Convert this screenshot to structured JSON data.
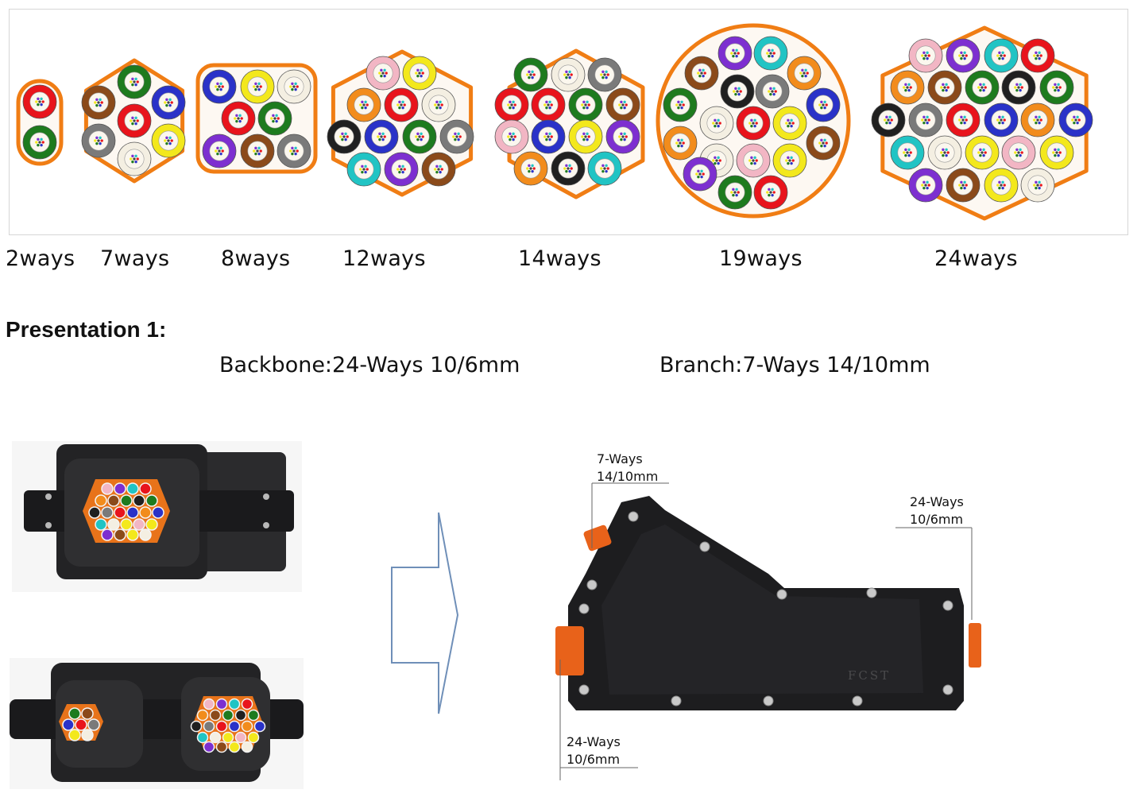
{
  "bundles": [
    {
      "label": "2ways",
      "colors": [
        "#e8141c",
        "#1e7b1e"
      ]
    },
    {
      "label": "7ways",
      "colors": [
        "#1e7b1e",
        "#8b4a1a",
        "#2a32c8",
        "#e8141c",
        "#7a7a7a",
        "#f3e81c",
        "#f4efe2"
      ]
    },
    {
      "label": "8ways",
      "colors": [
        "#2a32c8",
        "#f3e81c",
        "#f4efe2",
        "#e8141c",
        "#1e7b1e",
        "#7d2fd0",
        "#8b4a1a",
        "#7a7a7a"
      ]
    },
    {
      "label": "12ways",
      "colors": [
        "#f2b6c4",
        "#f3e81c",
        "#f28c1c",
        "#e8141c",
        "#f4efe2",
        "#202020",
        "#2a32c8",
        "#1e7b1e",
        "#7a7a7a",
        "#21c4c4",
        "#7d2fd0",
        "#8b4a1a"
      ]
    },
    {
      "label": "14ways",
      "colors": [
        "#1e7b1e",
        "#f4efe2",
        "#7a7a7a",
        "#e8141c",
        "#e8141c",
        "#1e7b1e",
        "#8b4a1a",
        "#f2b6c4",
        "#2a32c8",
        "#f3e81c",
        "#7d2fd0",
        "#f28c1c",
        "#202020",
        "#21c4c4"
      ]
    },
    {
      "label": "19ways",
      "colors": [
        "#7d2fd0",
        "#21c4c4",
        "#8b4a1a",
        "#f28c1c",
        "#202020",
        "#7a7a7a",
        "#1e7b1e",
        "#2a32c8",
        "#f4efe2",
        "#e8141c",
        "#f3e81c",
        "#f28c1c",
        "#8b4a1a",
        "#f4efe2",
        "#f2b6c4",
        "#f3e81c",
        "#7d2fd0",
        "#1e7b1e",
        "#e8141c"
      ]
    },
    {
      "label": "24ways",
      "colors": [
        "#f2b6c4",
        "#7d2fd0",
        "#21c4c4",
        "#e8141c",
        "#f28c1c",
        "#8b4a1a",
        "#1e7b1e",
        "#202020",
        "#1e7b1e",
        "#202020",
        "#7a7a7a",
        "#e8141c",
        "#2a32c8",
        "#f28c1c",
        "#2a32c8",
        "#21c4c4",
        "#f4efe2",
        "#f3e81c",
        "#f2b6c4",
        "#f3e81c",
        "#7d2fd0",
        "#8b4a1a",
        "#f3e81c",
        "#f4efe2"
      ]
    }
  ],
  "presentation": {
    "heading": "Presentation 1:",
    "backbone": "Backbone:24-Ways 10/6mm",
    "branch": "Branch:7-Ways 14/10mm"
  },
  "callouts": {
    "branch_top_line1": "7-Ways",
    "branch_top_line2": "14/10mm",
    "backbone_right_line1": "24-Ways",
    "backbone_right_line2": "10/6mm",
    "backbone_bottom_line1": "24-Ways",
    "backbone_bottom_line2": "10/6mm"
  },
  "product": {
    "brand": "FCST"
  },
  "colors": {
    "sheath": "#f07d14",
    "enclosure": "#1c1c1e",
    "arrow_stroke": "#6f8fb8"
  }
}
